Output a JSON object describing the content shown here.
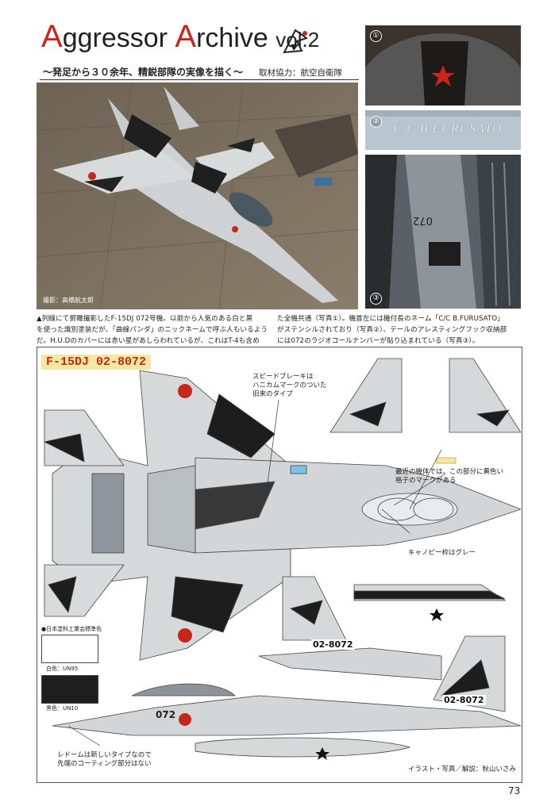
{
  "header": {
    "title_a": "A",
    "title_a_rest": "ggressor ",
    "title_b": "A",
    "title_b_rest": "rchive",
    "volume": "vol.2",
    "subtitle": "～発足から３０余年、精鋭部隊の実像を描く～",
    "cooperation": "取材協力：航空自衛隊"
  },
  "photos": {
    "main_credit": "撮影：高橋航太郎",
    "markers": [
      "①",
      "②",
      "③"
    ],
    "nameplate_text": "C/C  B.FURUSATO",
    "tail_code": "072"
  },
  "caption": {
    "col1_lines": [
      "▲列線にて俯瞰撮影したF-15DJ 072号機。以前から人気のある白と黒",
      "を使った識別塗装だが、「曲線パンダ」のニックネームで呼ぶ人もいるよう",
      "だ。H.U.Dのカバーには赤い星があしらわれているが、これはT-4も含め"
    ],
    "col2_lines": [
      "た全機共通（写真①）。機首左には機付長のネーム「C/C B.FURUSATO」",
      "がステンシルされており（写真②）、テールのアレスティングフック収納部",
      "には072のラジオコールナンバーが貼り込まれている（写真③）。"
    ]
  },
  "plate": {
    "title": "F-15DJ  02-8072",
    "annotations": {
      "speed_brake": [
        "スピードブレーキは",
        "ハニカムマークのついた",
        "旧来のタイプ"
      ],
      "recent": [
        "最近の機体では、この部分に黄色い",
        "格子のマークがある"
      ],
      "canopy": "キャノピー枠はグレー",
      "radome": [
        "レドームは新しいタイプなので",
        "先端のコーティング部分はない"
      ]
    },
    "markings": {
      "side_code": "072",
      "tail_serial": "02-8072"
    },
    "legend": {
      "heading": "●日本塗料工業会標準色",
      "items": [
        {
          "label": "白色：UN95",
          "color": "#ffffff"
        },
        {
          "label": "黒色：UN10",
          "color": "#1e1e1e"
        }
      ]
    },
    "credit": "イラスト・写真／解説：秋山いさみ"
  },
  "page_number": "73",
  "colors": {
    "accent_red": "#c8261b",
    "title_bg": "#f4e7a1",
    "hinomaru": "#c8261b",
    "camo_grey": "#c7cbcc",
    "camo_black": "#1d1d1d"
  }
}
